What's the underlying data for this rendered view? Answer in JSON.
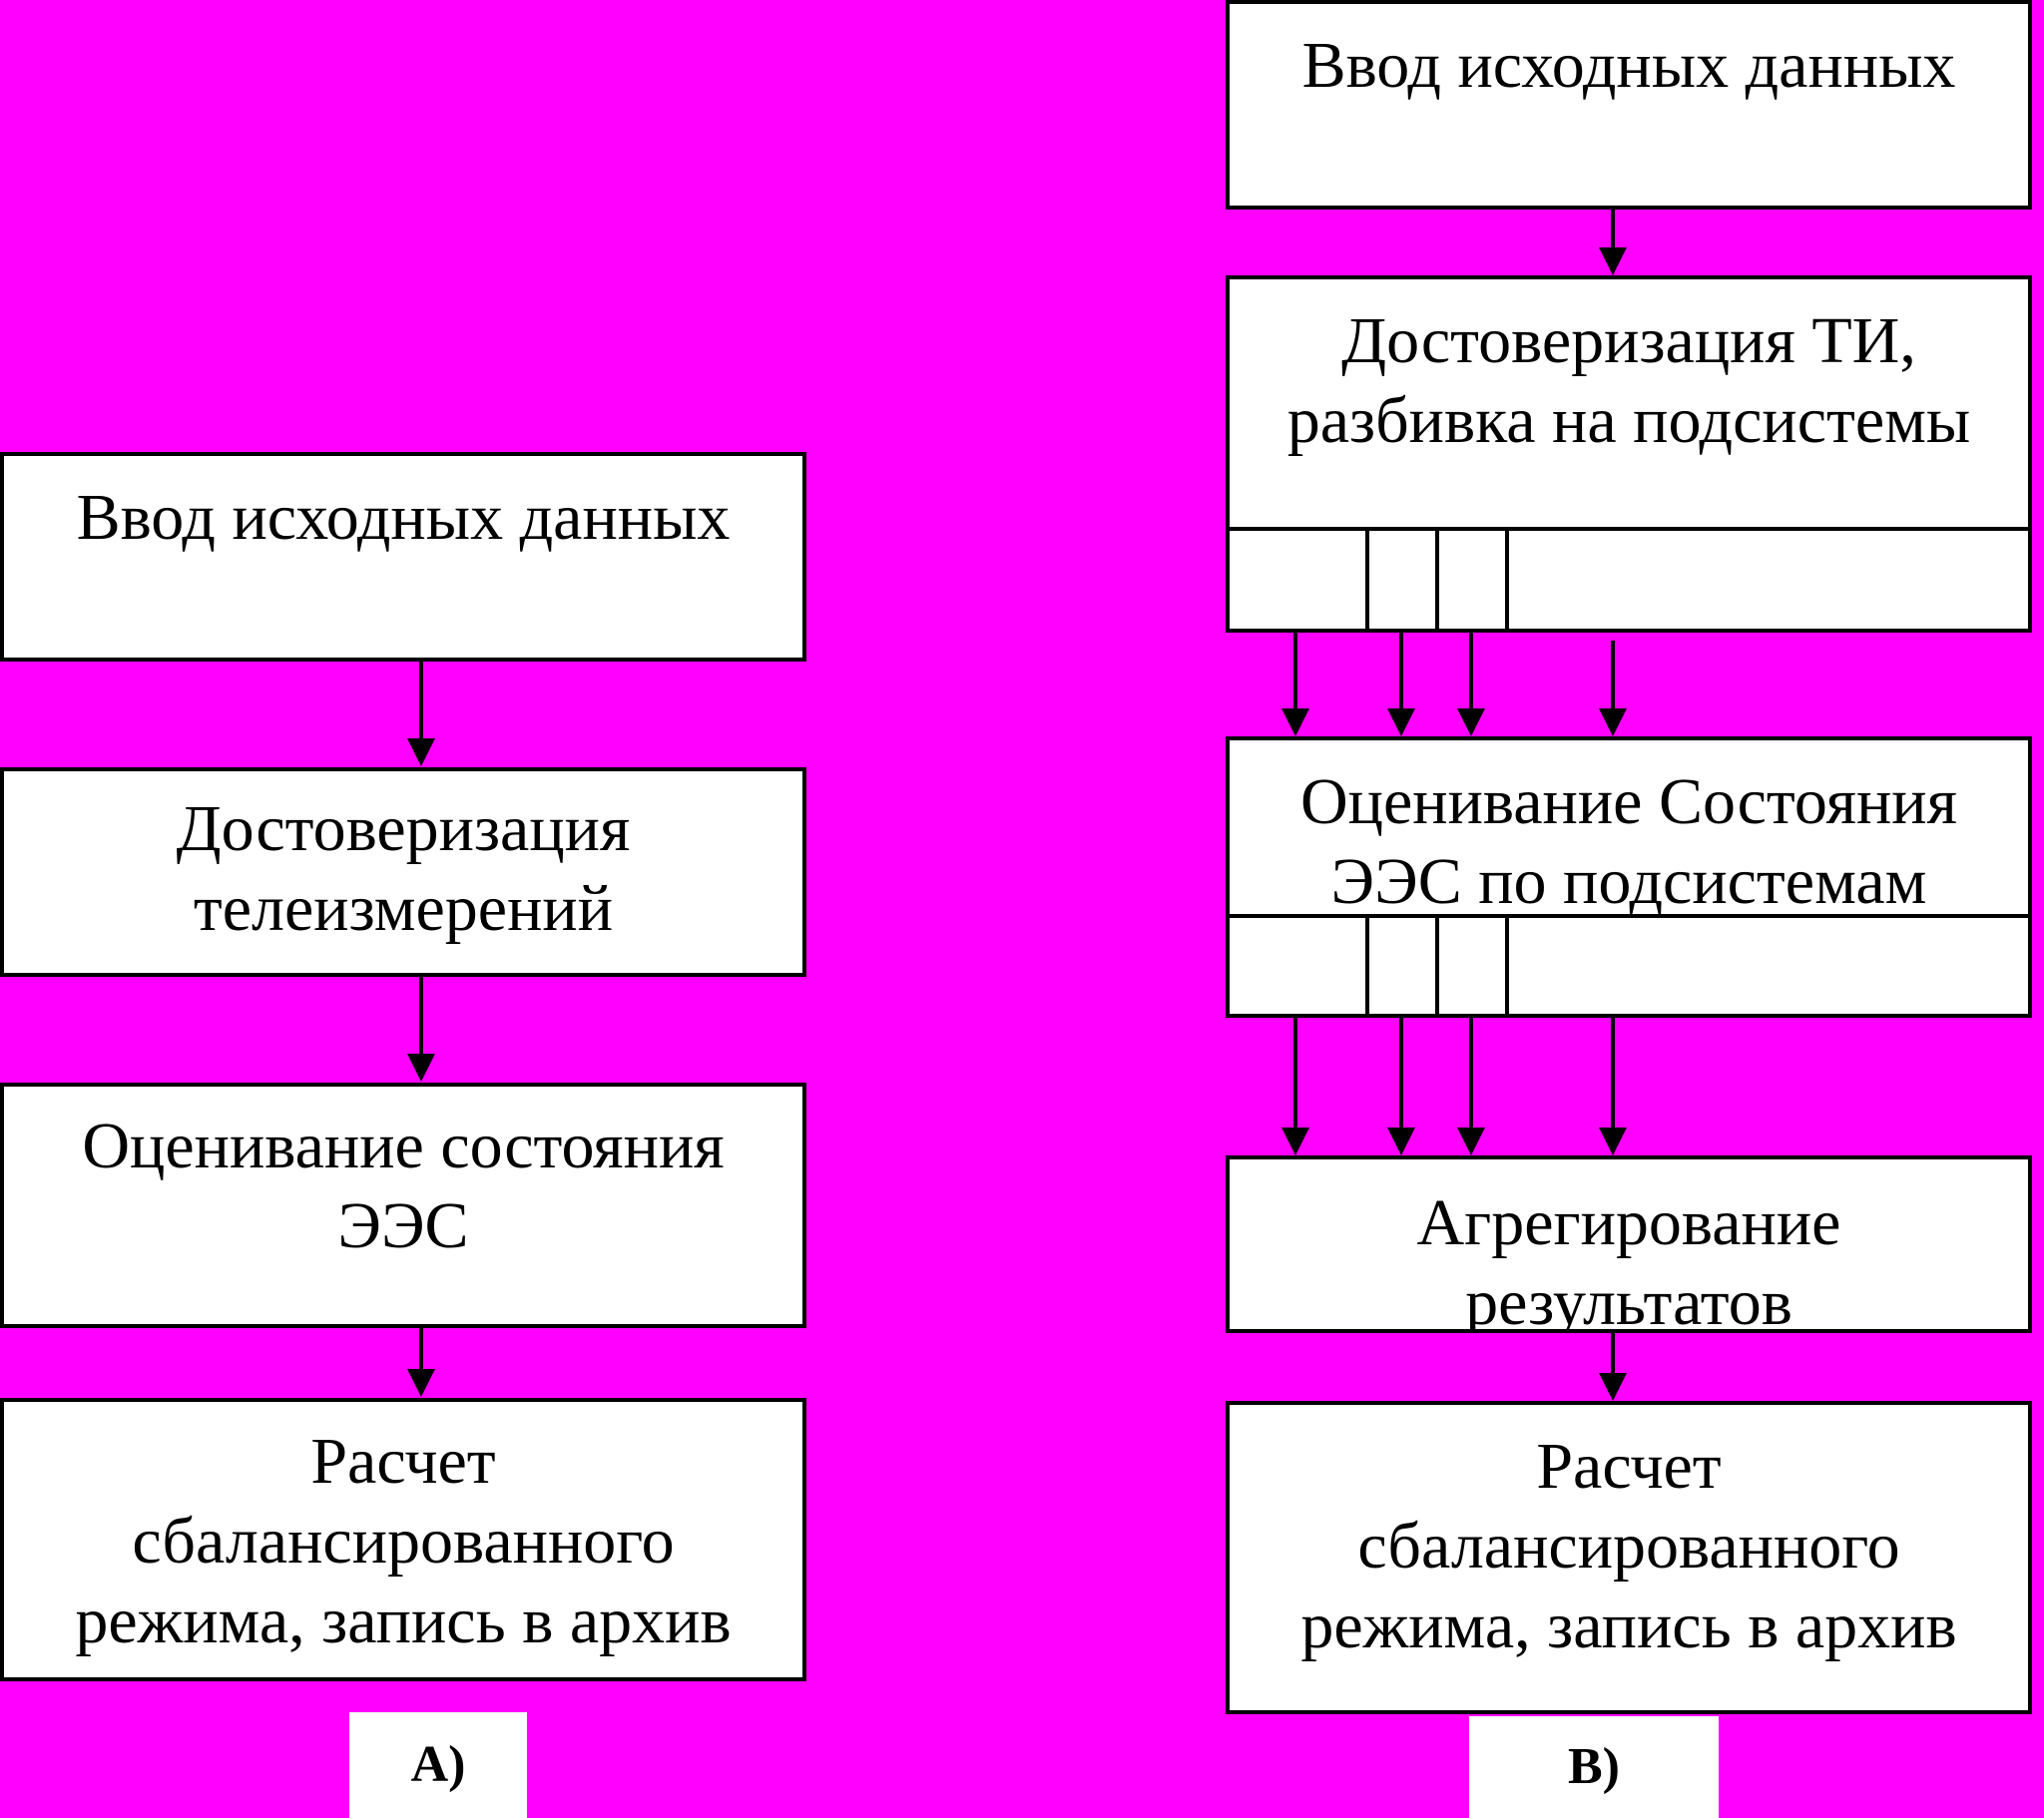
{
  "diagram_a": {
    "box1": "Ввод исходных данных",
    "box2": [
      "Достоверизация",
      "телеизмерений"
    ],
    "box3": [
      "Оценивание состояния",
      "ЭЭС"
    ],
    "box4": [
      "Расчет",
      "сбалансированного",
      "режима, запись в архив"
    ],
    "caption": "А)"
  },
  "diagram_b": {
    "box1": "Ввод исходных данных",
    "box2": [
      "Достоверизация  ТИ,",
      "разбивка на подсистемы"
    ],
    "box3": [
      "Оценивание Состояния",
      "ЭЭС по подсистемам"
    ],
    "box4": [
      "Агрегирование",
      "результатов"
    ],
    "box5": [
      "Расчет",
      "сбалансированного",
      "режима, запись в архив"
    ],
    "caption": "В)"
  },
  "colors": {
    "background": "#ff00ff",
    "box_fill": "#ffffff",
    "stroke": "#000000"
  }
}
